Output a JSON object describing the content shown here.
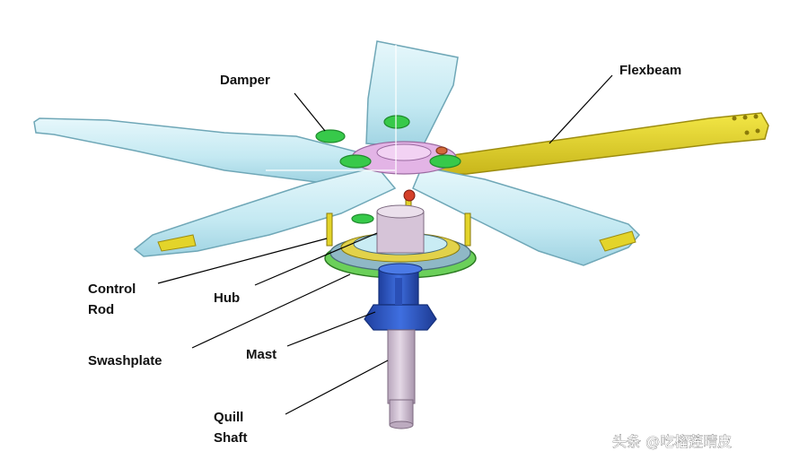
{
  "labels": {
    "damper": "Damper",
    "flexbeam": "Flexbeam",
    "control_rod_line1": "Control",
    "control_rod_line2": "Rod",
    "hub": "Hub",
    "swashplate": "Swashplate",
    "mast": "Mast",
    "quill_line1": "Quill",
    "quill_line2": "Shaft"
  },
  "watermark": "头条 @吃榴莲晴皮",
  "colors": {
    "blade": "#c9ecf4",
    "blade_edge": "#6fa7b7",
    "flexbeam": "#e3d42a",
    "damper": "#37c94a",
    "hub_pink": "#e3b4e6",
    "swashplate_green": "#6bd05a",
    "mast_blue": "#2f57c4",
    "shaft": "#c6b2c9",
    "leader": "#000000"
  }
}
